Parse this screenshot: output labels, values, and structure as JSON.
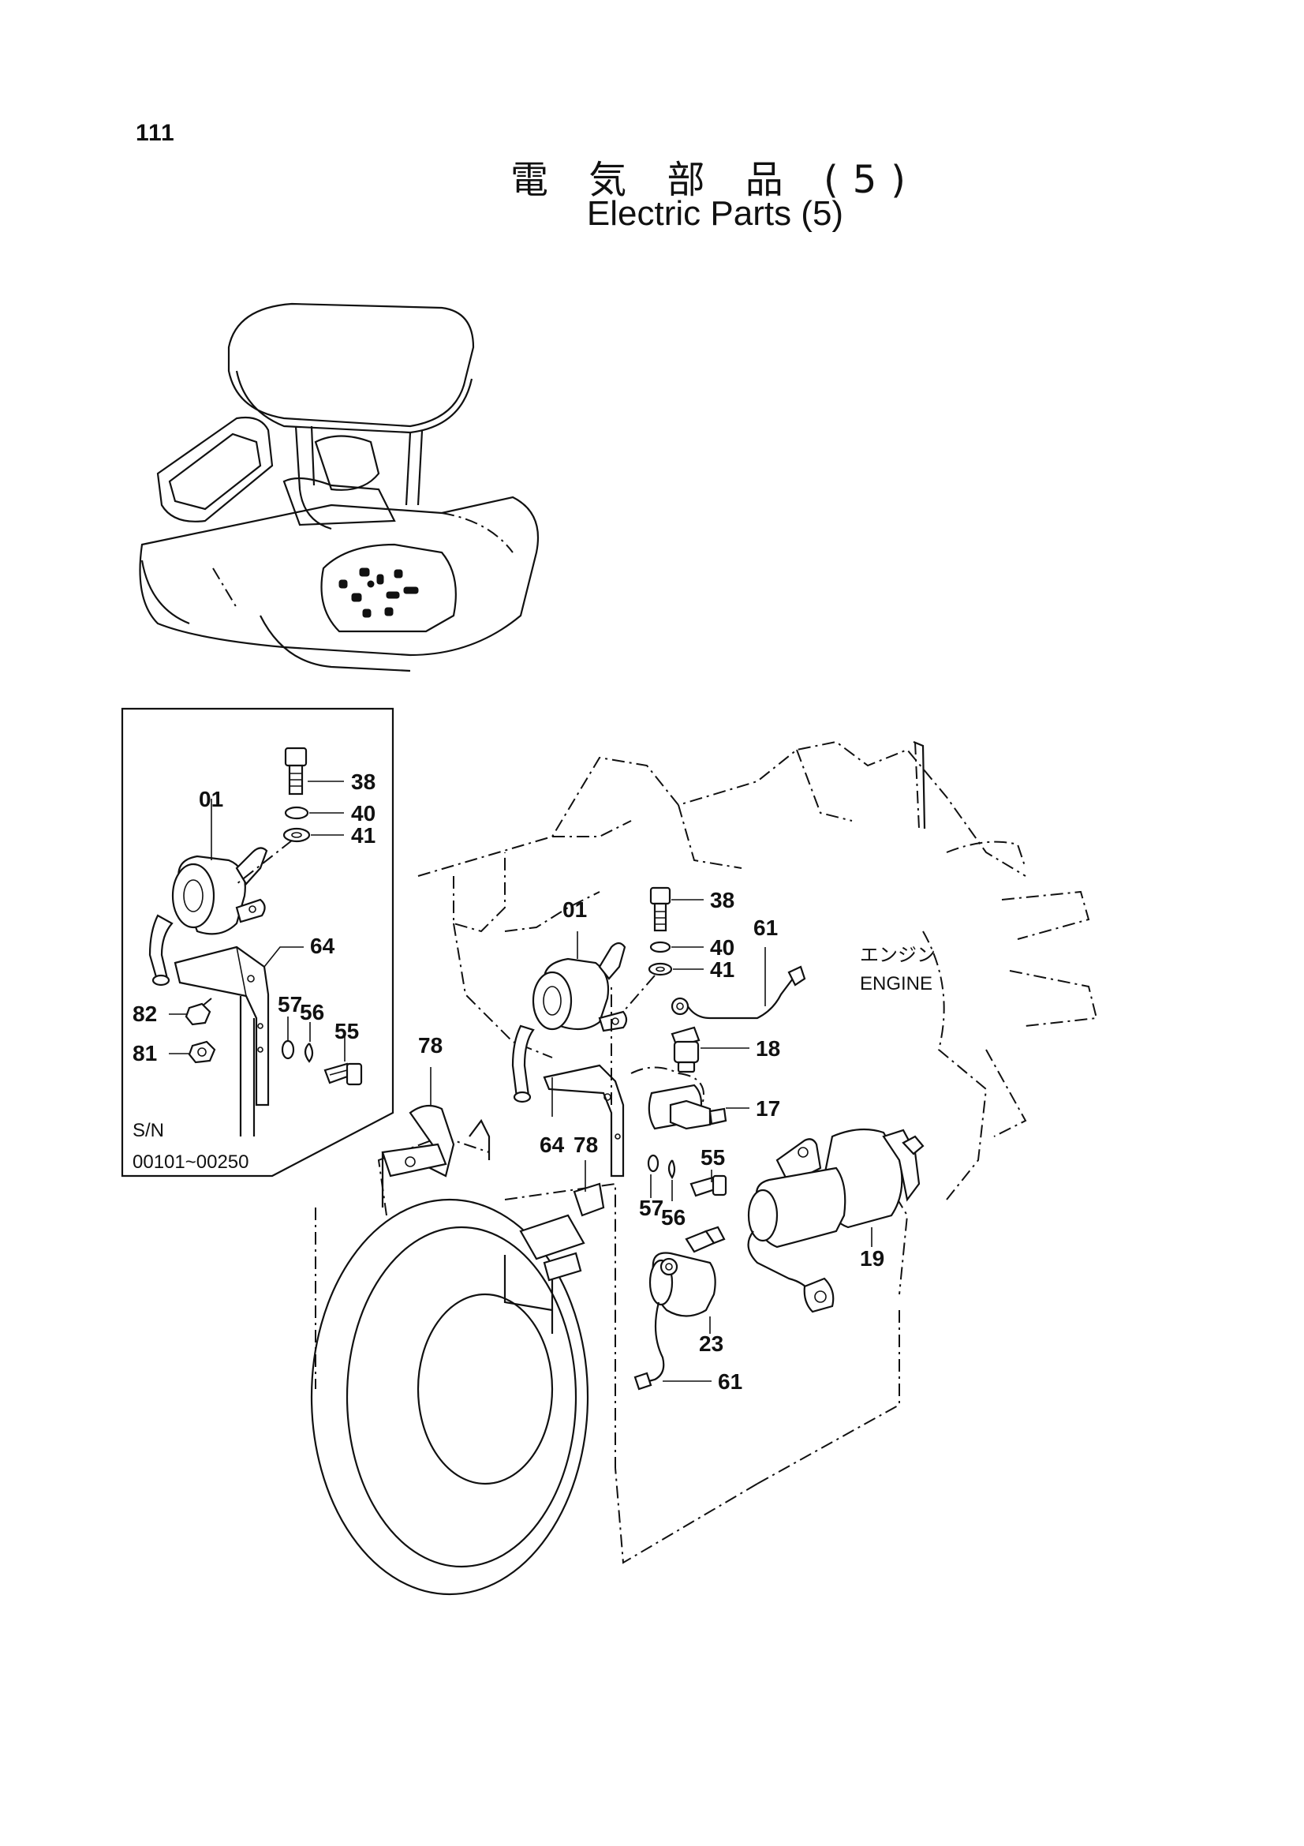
{
  "page": {
    "number": "111"
  },
  "title": {
    "japanese": "電 気 部 品 (5)",
    "english": "Electric Parts (5)"
  },
  "engine_label": {
    "japanese": "エンジン",
    "english": "ENGINE"
  },
  "inset": {
    "serial_label": "S/N",
    "serial_range": "00101~00250"
  },
  "callouts": {
    "inset_01": "01",
    "inset_38": "38",
    "inset_40": "40",
    "inset_41": "41",
    "inset_64": "64",
    "inset_82": "82",
    "inset_81": "81",
    "inset_57": "57",
    "inset_56": "56",
    "inset_55": "55",
    "main_01": "01",
    "main_38": "38",
    "main_40": "40",
    "main_41": "41",
    "main_61a": "61",
    "main_18": "18",
    "main_17": "17",
    "main_78a": "78",
    "main_64": "64",
    "main_78b": "78",
    "main_55": "55",
    "main_57": "57",
    "main_56": "56",
    "main_19": "19",
    "main_23": "23",
    "main_61b": "61"
  }
}
